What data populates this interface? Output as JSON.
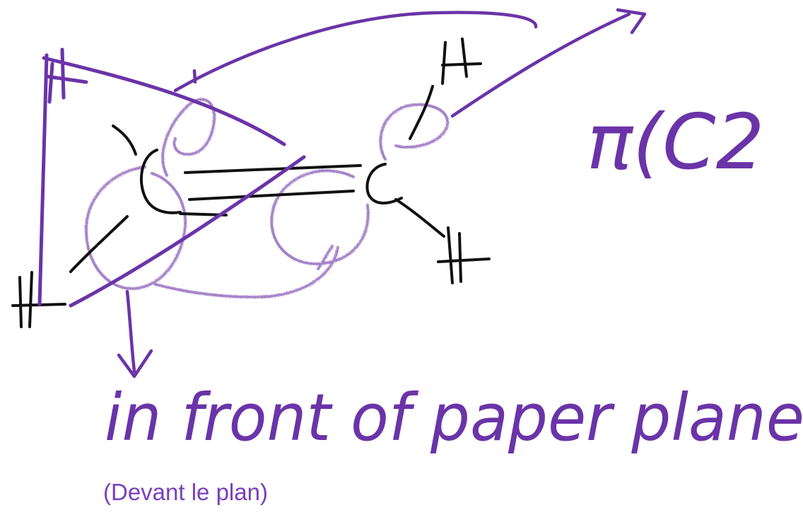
{
  "colors": {
    "ink_purple": "#6a34a8",
    "ink_black": "#111111",
    "orbital_purple": "#a583c9",
    "caption_purple": "#7a3fbe"
  },
  "atoms": {
    "h_top_left": "H",
    "h_top_right": "H",
    "h_bottom_left": "H",
    "h_bottom_right": "H",
    "c_left": "C",
    "c_right": "C"
  },
  "pi_label": "π(C2",
  "note": "in front of paper plane",
  "caption": "(Devant le plan)"
}
